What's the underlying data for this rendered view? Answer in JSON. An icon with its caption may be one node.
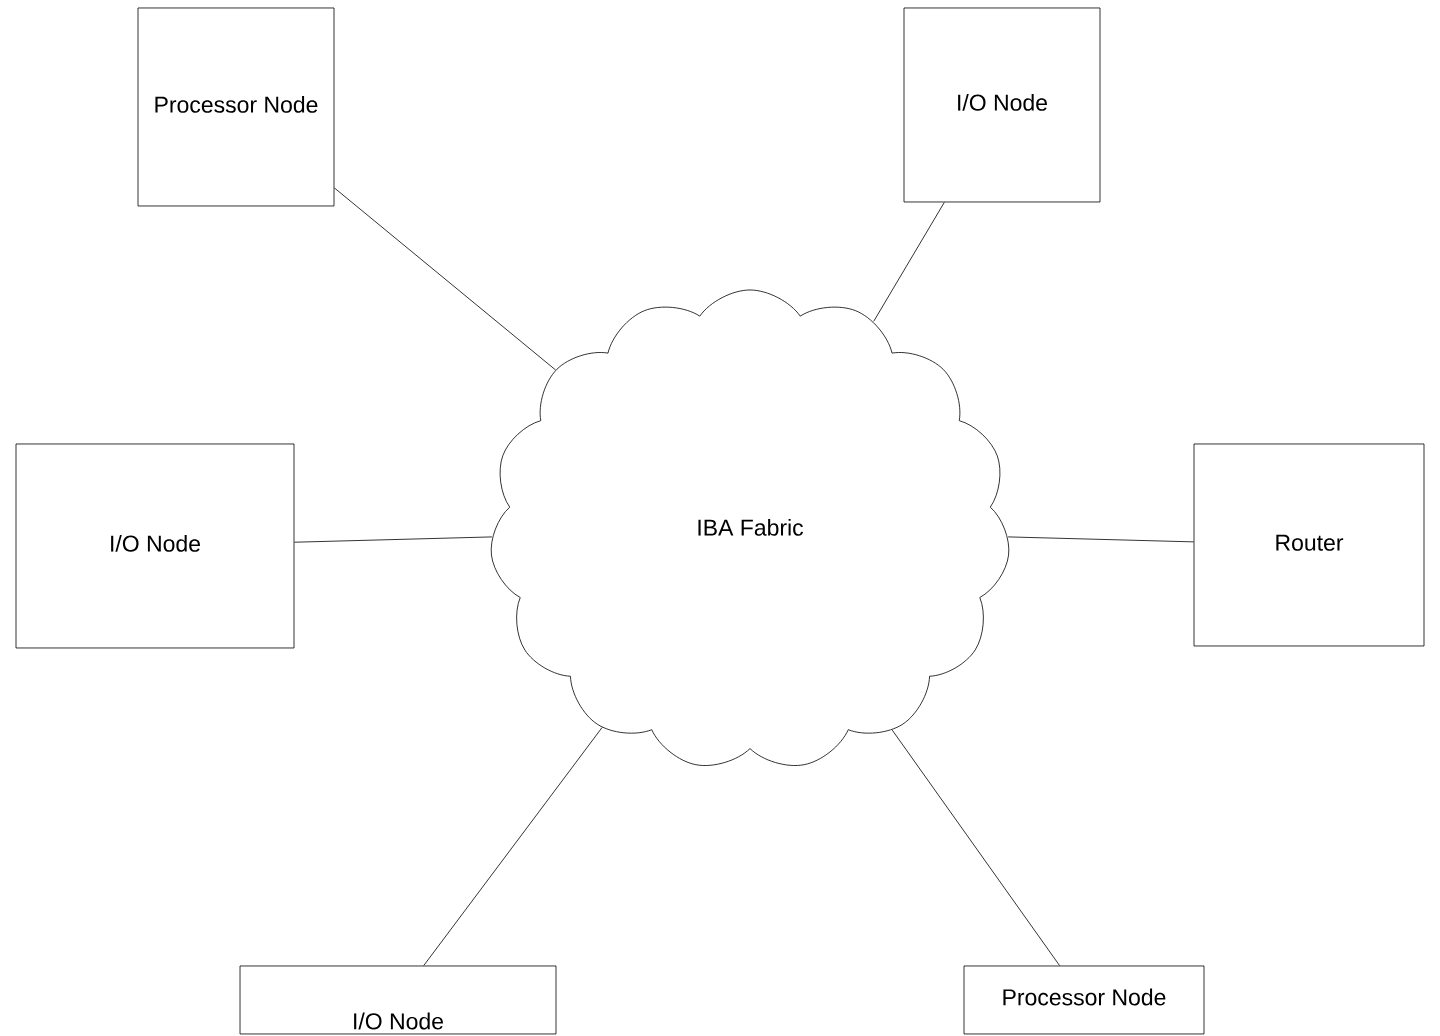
{
  "diagram": {
    "nodes": [
      {
        "text": [
          "Processor Node"
        ]
      },
      {
        "text": [
          "I/O Node"
        ]
      },
      {
        "text": [
          "I/O Node"
        ]
      },
      {
        "text": [
          "IBA Fabric"
        ]
      },
      {
        "text": [
          "Router"
        ]
      },
      {
        "text": [
          "I/O Node"
        ]
      },
      {
        "text": [
          "Processor Node"
        ]
      }
    ],
    "edges": [
      {
        "from": 0,
        "to": 3,
        "arrow": "none"
      },
      {
        "from": 1,
        "to": 3,
        "arrow": "none"
      },
      {
        "from": 2,
        "to": 3,
        "arrow": "none"
      },
      {
        "from": 4,
        "to": 3,
        "arrow": "none"
      },
      {
        "from": 5,
        "to": 3,
        "arrow": "none"
      },
      {
        "from": 6,
        "to": 3,
        "arrow": "none"
      }
    ]
  }
}
